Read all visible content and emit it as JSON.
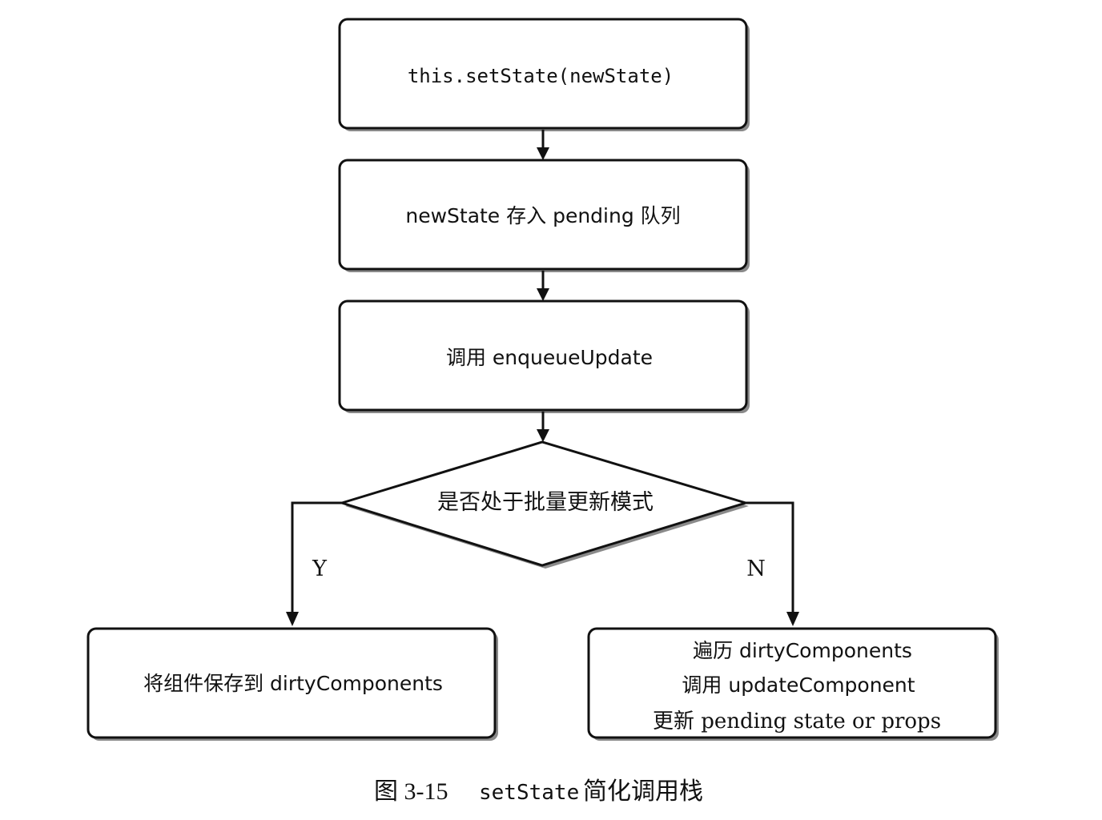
{
  "nodes": {
    "set_state": "this.setState(newState)",
    "pending_queue": "newState 存入 pending 队列",
    "enqueue_update": "调用 enqueueUpdate",
    "batch_check": "是否处于批量更新模式",
    "save_dirty": "将组件保存到 dirtyComponents",
    "process_line1": "遍历 dirtyComponents",
    "process_line2": "调用 updateComponent",
    "process_line3": "更新 pending state or props"
  },
  "branches": {
    "yes": "Y",
    "no": "N"
  },
  "caption": {
    "label": "图 3-15",
    "code": "setState",
    "text": "简化调用栈"
  }
}
